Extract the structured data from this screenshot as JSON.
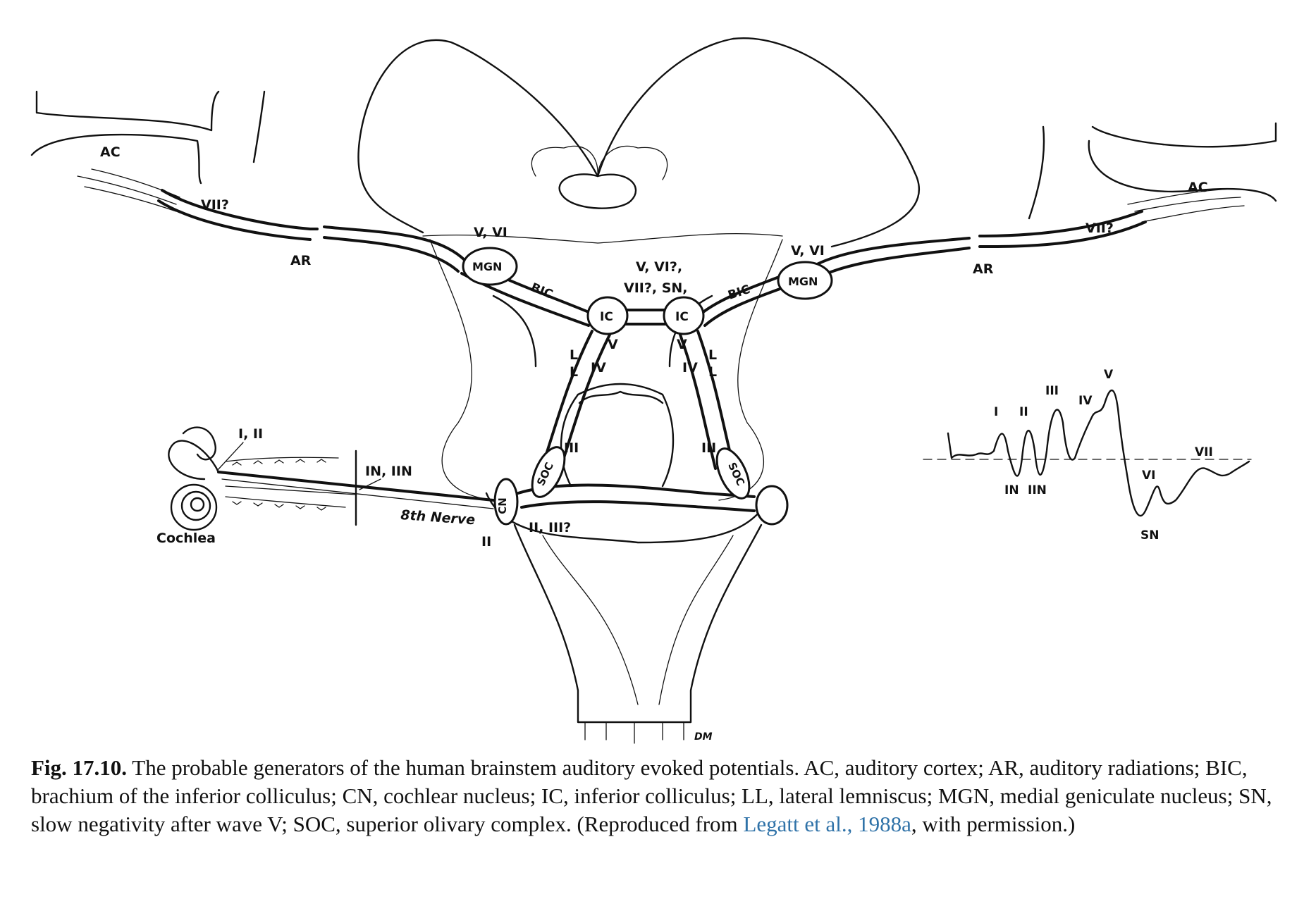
{
  "labels": {
    "ac_left": "AC",
    "ac_right": "AC",
    "vii_left": "VII?",
    "vii_right": "VII?",
    "ar_left": "AR",
    "ar_right": "AR",
    "vvi_left": "V, VI",
    "vvi_right": "V, VI",
    "mgn_left": "MGN",
    "mgn_right": "MGN",
    "bic_left": "BIC",
    "bic_right": "BIC",
    "center_1": "V, VI?,",
    "center_2": "VII?, SN,",
    "ic_left": "IC",
    "ic_right": "IC",
    "v_left": "V",
    "v_right": "V",
    "ll_left_1": "L",
    "ll_left_2": "L",
    "ll_right_1": "L",
    "ll_right_2": "L",
    "iv_left": "IV",
    "iv_right": "IV",
    "iii_left": "III",
    "iii_right": "III",
    "soc_left": "SOC",
    "soc_right": "SOC",
    "cn": "CN",
    "ii_iii": "II, III?",
    "ii": "II",
    "eighth_nerve": "8th Nerve",
    "in_iin": "IN, IIN",
    "i_ii": "I, II",
    "cochlea": "Cochlea",
    "signature": "DM"
  },
  "waveform": {
    "peaks_top": [
      "I",
      "II",
      "III",
      "IV",
      "V"
    ],
    "troughs": [
      "IN",
      "IIN"
    ],
    "vi": "VI",
    "vii": "VII",
    "sn": "SN"
  },
  "caption": {
    "fig_label": "Fig. 17.10.",
    "text": " The probable generators of the human brainstem auditory evoked potentials. AC, auditory cortex; AR, auditory radiations; BIC, brachium of the inferior colliculus; CN, cochlear nucleus; IC, inferior colliculus; LL, lateral lemniscus; MGN, medial geniculate nucleus; SN, slow negativity after wave V; SOC, superior olivary complex. (Reproduced from ",
    "reference": "Legatt et al., 1988a",
    "tail": ", with permission.)"
  }
}
